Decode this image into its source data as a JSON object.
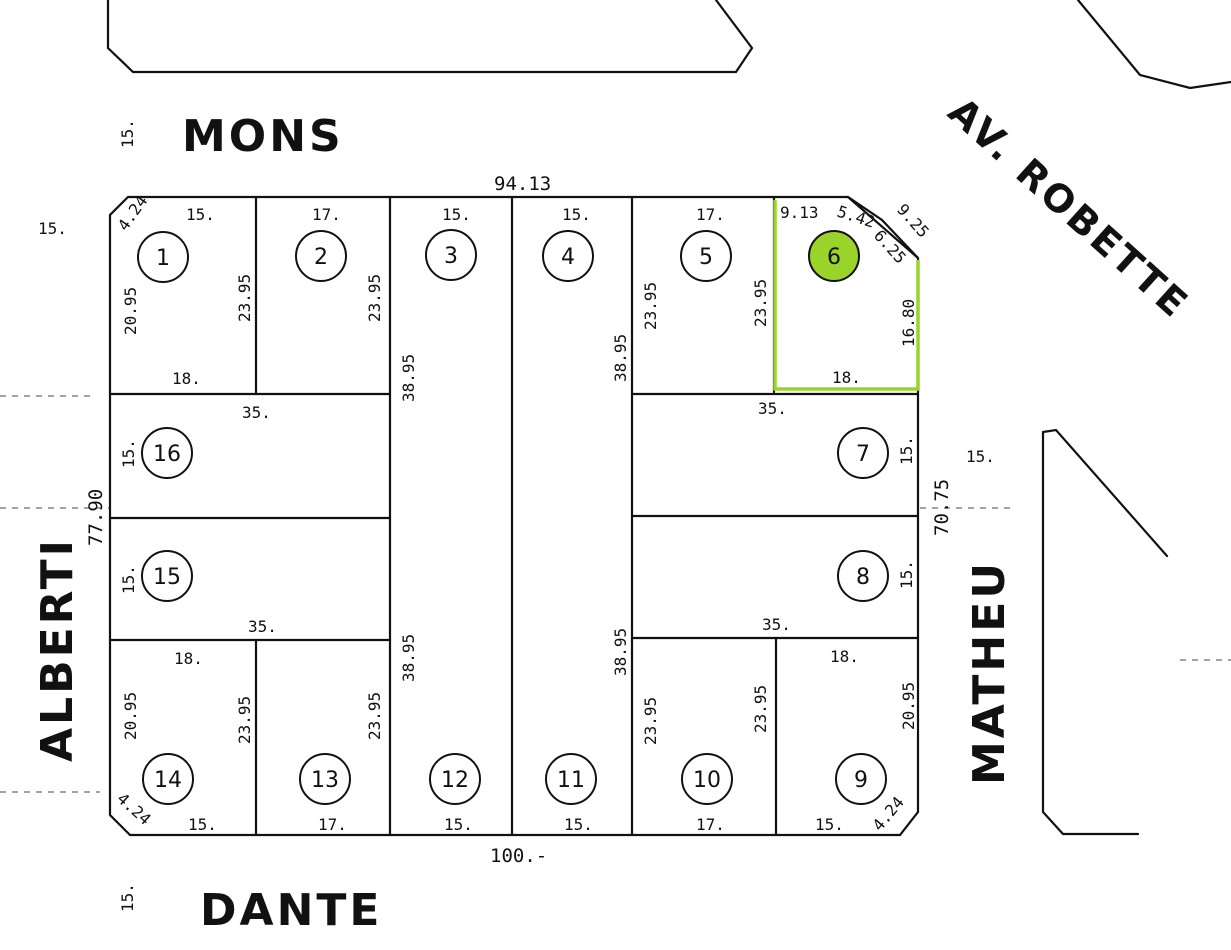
{
  "streets": {
    "top": "MONS",
    "bottom": "DANTE",
    "left": "ALBERTI",
    "right": "MATHEU",
    "diagonal": "AV. ROBETTE"
  },
  "street_widths": {
    "mons": "15.",
    "dante": "15.",
    "alberti": "15.",
    "matheu": "15."
  },
  "perimeter": {
    "top": "94.13",
    "bottom": "100.-",
    "left": "77.90",
    "right": "70.75"
  },
  "lots": [
    "1",
    "2",
    "3",
    "4",
    "5",
    "6",
    "7",
    "8",
    "9",
    "10",
    "11",
    "12",
    "13",
    "14",
    "15",
    "16"
  ],
  "highlighted_lot": "6",
  "highlight_color": "#9ad42a",
  "dims": {
    "l1_top": "15.",
    "l1_corner": "4.24",
    "l1_left": "20.95",
    "l1_right": "23.95",
    "l1_bottom": "18.",
    "l2_top": "17.",
    "l2_right": "23.95",
    "l3_top": "15.",
    "l3_left": "38.95",
    "l4_top": "15.",
    "l4_right": "38.95",
    "l5_top": "17.",
    "l5_left": "23.95",
    "l5_right": "23.95",
    "l6_top": "9.13",
    "l6_c1": "5.42",
    "l6_c2": "6.25",
    "l6_outer": "9.25",
    "l6_right": "16.80",
    "l6_bottom": "18.",
    "l16_top": "35.",
    "l16_left": "15.",
    "l7_top": "35.",
    "l7_right": "15.",
    "l15_left": "15.",
    "l15_bottom": "35.",
    "l8_right": "15.",
    "l8_bottom": "35.",
    "l14_top": "18.",
    "l14_left": "20.95",
    "l14_right": "23.95",
    "l14_bottom": "15.",
    "l14_corner": "4.24",
    "l13_right": "23.95",
    "l13_bottom": "17.",
    "l12_left": "38.95",
    "l12_bottom": "15.",
    "l11_right": "38.95",
    "l11_bottom": "15.",
    "l10_left": "23.95",
    "l10_right": "23.95",
    "l10_bottom": "17.",
    "l9_top": "18.",
    "l9_right": "20.95",
    "l9_bottom": "15.",
    "l9_corner": "4.24"
  }
}
